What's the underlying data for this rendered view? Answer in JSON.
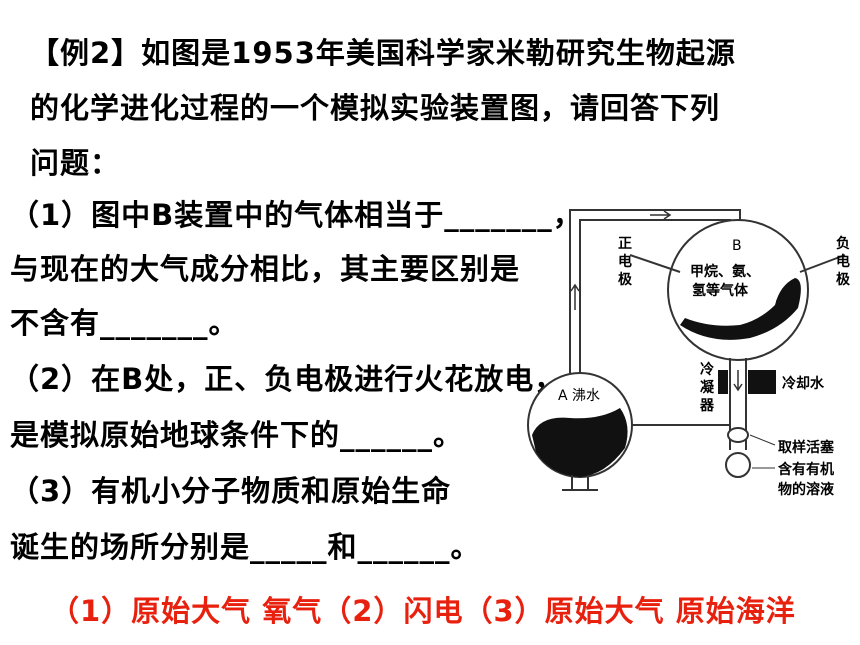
{
  "lines": [
    "【例2】如图是1953年美国科学家米勒研究生物起源",
    "的化学进化过程的一个模拟实验装置图，请回答下列",
    "问题：",
    "（1）图中B装置中的气体相当于_______，",
    "与现在的大气成分相比，其主要区别是",
    "不含有_______。",
    "（2）在B处，正、负电极进行火花放电，",
    "是模拟原始地球条件下的______。",
    "（3）有机小分子物质和原始生命",
    "诞生的场所分别是_____和______。"
  ],
  "answer": "（1）原始大气 氧气（2）闪电（3）原始大气 原始海洋",
  "diagram": {
    "positive_electrode": [
      "正",
      "电",
      "极"
    ],
    "negative_electrode": [
      "负",
      "电",
      "极"
    ],
    "flask_b_label": "B",
    "flask_b_gas": [
      "甲烷、氨、",
      "氢等气体"
    ],
    "flask_a_label": "A 沸水",
    "condenser": [
      "冷",
      "凝",
      "器"
    ],
    "cooling_water": "冷却水",
    "sampling_stopcock": "取样活塞",
    "solution": [
      "含有有机",
      "物的溶液"
    ]
  },
  "colors": {
    "answer": "#e8210f",
    "text": "#000000"
  }
}
